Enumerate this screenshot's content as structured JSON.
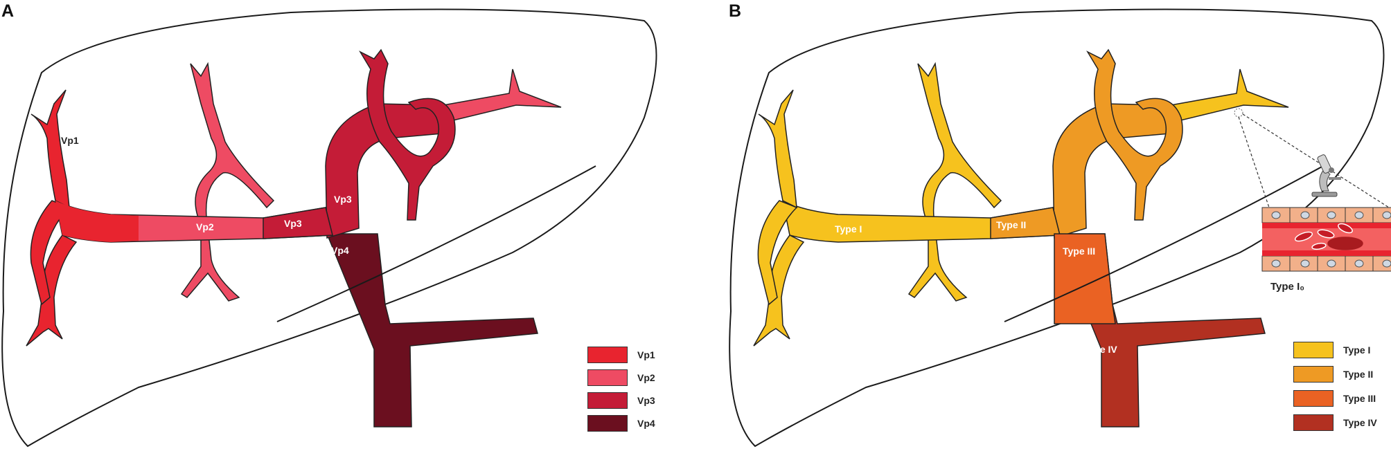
{
  "panels": {
    "a": {
      "letter": "A",
      "labels": {
        "vp1": "Vp1",
        "vp2": "Vp2",
        "vp3a": "Vp3",
        "vp3b": "Vp3",
        "vp4": "Vp4"
      },
      "legend": [
        {
          "label": "Vp1",
          "color": "#e8242f"
        },
        {
          "label": "Vp2",
          "color": "#ee4b63"
        },
        {
          "label": "Vp3",
          "color": "#c41c37"
        },
        {
          "label": "Vp4",
          "color": "#6b0f1f"
        }
      ]
    },
    "b": {
      "letter": "B",
      "labels": {
        "t1": "Type I",
        "t2": "Type II",
        "t3": "Type III",
        "t4": "Type IV"
      },
      "legend": [
        {
          "label": "Type I",
          "color": "#f6c21e"
        },
        {
          "label": "Type II",
          "color": "#ee9a24"
        },
        {
          "label": "Type III",
          "color": "#ea6223"
        },
        {
          "label": "Type IV",
          "color": "#b23021"
        }
      ],
      "inset_caption": "Type I₀"
    }
  },
  "colors": {
    "outline": "#1a1a1a",
    "vp1": "#e8242f",
    "vp2": "#ee4b63",
    "vp3": "#c41c37",
    "vp4": "#6b0f1f",
    "t1": "#f6c21e",
    "t2": "#ee9a24",
    "t3": "#ea6223",
    "t4": "#b23021",
    "vessel_wall": "#f2b08a",
    "blood": "#e8242f"
  },
  "icons": [
    "microscope-icon",
    "red-blood-cell-icon",
    "endothelial-cell-icon"
  ]
}
